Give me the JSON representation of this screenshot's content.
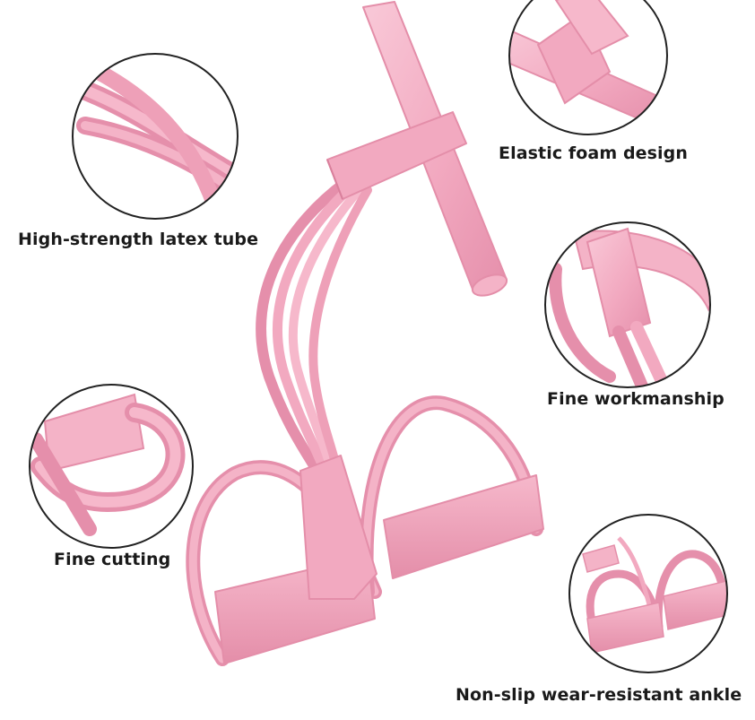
{
  "features": [
    {
      "id": "latex-tube",
      "label": "High-strength latex tube"
    },
    {
      "id": "foam",
      "label": "Elastic foam design"
    },
    {
      "id": "workmanship",
      "label": "Fine workmanship"
    },
    {
      "id": "cutting",
      "label": "Fine cutting"
    },
    {
      "id": "ankle",
      "label": "Non-slip wear-resistant ankle"
    }
  ],
  "colors": {
    "product_pink": "#f2a9c0",
    "product_shade": "#e58fab",
    "product_light": "#f9c9d8",
    "callout_border": "#222222",
    "text": "#1a1a1a"
  }
}
